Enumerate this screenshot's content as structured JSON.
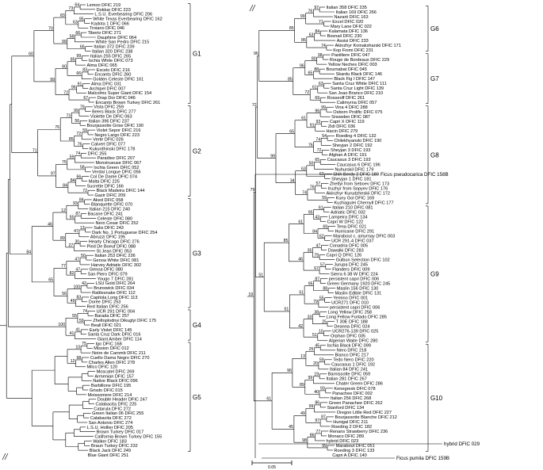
{
  "left_panel": {
    "taxa": [
      "Lemon DFIC 219",
      "Dokkar DFIC 223",
      "L.S.U. Everbearing DFIC 206",
      "White Texas Everbearing DFIC 162",
      "Kadota 1 DFIC 066",
      "Troiano DFIC 046",
      "Tiberio DFIC 271",
      "Dauphine DFIC 064",
      "White San Pedro DFIC 215",
      "Italian 372 DFIC 239",
      "Italian 320 DFIC 238",
      "Italian 255 DFIC 265",
      "Ischia White DFIC 073",
      "Alma DFIC 065",
      "Excelo DFIC 216",
      "Encanto DFIC 260",
      "Golden Celeste DFIC 161",
      "Alma DFIC 031",
      "Archipel DFIC 007",
      "Malcolms Super Giant DFIC 154",
      "Drap Dor DFIC 046",
      "Encanto Brown Turkey DFIC 261",
      "Vista DFIC 259",
      "Beers Black DFIC 277",
      "Violette De DFIC 063",
      "Italian 396 DFIC 237",
      "Bourjassotte Grise DFIC 190",
      "Violet Sepor DFIC 216",
      "Negro Largo DFIC 223",
      "Verte DFIC 026",
      "Calvert DFIC 077",
      "Kukurdhinski DFIC 178",
      "DFIC 255",
      "Paradiso DFIC 207",
      "Monstrueuse DFIC 067",
      "Ischia Green DFIC 052",
      "Verdal Longue DFIC 056",
      "Col De Dame DFIC 074",
      "Malta DFIC 225",
      "Sucrette DFIC 166",
      "Black Madeira DFIC 144",
      "Gazir DFIC 209",
      "Aked DFIC 058",
      "Blanquette DFIC 070",
      "Italian 215 DFIC 240",
      "Bacane DFIC 241",
      "Celeste DFIC 080",
      "Nero Cesar DFIC 252",
      "Salis DFIC 243",
      "Dark No. 1 Portuguese DFIC 254",
      "Abruzzi DFIC 195",
      "Hearty Chicago DFIC 276",
      "Pied De Boeuf DFIC 088",
      "St Jean DFIC 053",
      "Italian 253 DFIC 236",
      "Genoa White DFIC 081",
      "Harvey Adriatic DFIC 302",
      "Genoa DFIC 080",
      "San Piero DFIC 079",
      "Yougo 7 DFIC 281",
      "LSU Gold DFIC 264",
      "Brunswick DFIC 034",
      "Rattlesnake DFIC 112",
      "Capitola Long DFIC 113",
      "Dorée DFIC 253",
      "Red Italian DFIC 256",
      "UCR 291 DFIC 004",
      "Barada DFIC 257",
      "Zheltoplodnyi Dikuglyi DFIC 175",
      "Beall DFIC 021",
      "Early Violet DFIC 145",
      "Santa Cruz Dark DFIC 016",
      "Giant Amber DFIC 114",
      "Igo DFIC 168",
      "Mission DFIC 012",
      "Noire de Caromb DFIC 211",
      "Cuello Dama Negro DFIC 270",
      "Charles Allen DFIC 278",
      "Milco DFIC 120",
      "Moscatel DFIC 269",
      "Armenian DFIC 157",
      "Native Black DFIC 096",
      "Barbillone DFIC 195",
      "Grisdo DFIC 015",
      "Moissoniere DFIC 214",
      "Double Header DFIC 247",
      "Calabacita DFIC 225",
      "Catarula DFIC 272",
      "Green Italian 06 DFIC 255",
      "Calabacita DFIC 272",
      "San Antonio DFIC 274",
      "L.S.U. Hollier DFIC 205",
      "Brown Turkey DFIC 017",
      "California Brown Turkey DFIC 155",
      "Walker DFIC 183",
      "Braun Turkey DFIC 232",
      "Black Jack DFIC 249",
      "Blue Giant DFIC 251"
    ],
    "groups": [
      "G1",
      "G2",
      "G3",
      "G4",
      "G5"
    ],
    "bootstrap": [
      "64",
      "73",
      "95",
      "63",
      "83",
      "66",
      "58",
      "66",
      "99",
      "70",
      "99",
      "85",
      "83",
      "66",
      "60",
      "91",
      "96",
      "67",
      "72",
      "99",
      "60",
      "79",
      "99",
      "56",
      "73",
      "59",
      "72",
      "76",
      "85",
      "76",
      "74",
      "59",
      "58",
      "75",
      "66",
      "84",
      "72",
      "84",
      "97",
      "71",
      "84",
      "93",
      "87",
      "55",
      "12",
      "13",
      "47",
      "30",
      "27",
      "89",
      "46",
      "50",
      "47",
      "47",
      "82",
      "77",
      "42",
      "100",
      "83",
      "49",
      "56",
      "65",
      "84",
      "74",
      "59",
      "55",
      "41",
      "41",
      "100",
      "75",
      "10",
      "98",
      "12"
    ]
  },
  "right_panel": {
    "taxa": [
      "Italian 358 DFIC 235",
      "Italian 169 DFIC 266",
      "Nazarti DFIC 163",
      "Excel DFIC 020",
      "Mary Lane DFIC 022",
      "Kalamata DFIC 136",
      "Bosnail DFIC 230",
      "Assisi DFIC 233",
      "Akinzhyr Koinaksharski DFIC 171",
      "Kop Fiomi DFIC 231",
      "Pastiliere DFIC 047",
      "Rouge de Bordeaux DFIC 229",
      "Yellow Neches DFIC 003",
      "Bournabat DFIC 045",
      "Skardu Black DFIC 146",
      "Black Fig I DFIC 147",
      "Santa Cruz White DFIC 111",
      "Santa Cruz Light DFIC 139",
      "San Joao Branco DFIC 210",
      "Rosseoff DFIC 261",
      "Calimyrna DFIC 057",
      "Vina 4 DFIC 288",
      "Osborn Prolific DFIC 075",
      "Snowden DFIC 087",
      "Capri X DFIC 119",
      "Zidi DFIC 036",
      "Hacin DFIC 279",
      "Roeding 4 DFIC 132",
      "Chilekhyanski DFIC 190",
      "Sheyjan 2 DFIC 192",
      "Sheyjan 3 DFIC 193",
      "Afghan A DFIC 191",
      "Caucasus 3 DFIC 193",
      "Caucasus 6 DFIC 196",
      "Nuhurskil DFIC 179",
      "Shih Berdy 2 DFIC 180",
      "Sheyjan 1 DFIC 181",
      "Zheltyi from Seboev DFIC 173",
      "Iruzhyr from Sopyev DFIC 176",
      "Akinzhyr Kurudzheskii DFIC 172",
      "Kuny Gol DFIC 169",
      "Kuzhagulei Chernyll DFIC 177",
      "Italian 210 DFIC 081",
      "Adriatic DFIC 032",
      "Lampeira DFIC 134",
      "Capri W DFIC 122",
      "Tena DFIC 021",
      "Hurricane DFIC 291",
      "Marabout c. amyrnay DFIC 003",
      "UCR 291-4 DFIC 037",
      "Conadria DFIC 005",
      "Dawalki DFIC 283",
      "Capri Q DFIC 126",
      "Gulbun Selection DFIC 102",
      "Jurupa DFIC 245",
      "Flanders DFIC 009",
      "Sierra 6 38 W DFIC 224",
      "persistent capri DFIC 006",
      "Green Germany 1920 DFIC 245",
      "Maslin 156 DFIC 130",
      "Maslin Edible DFIC 131",
      "Yemino DFIC 001",
      "UCR271 DFIC 010",
      "persistent capri DFIC 006",
      "Long Yellow DFIC 258",
      "Long Fellow Furtado DFIC 285",
      "T 30E DFIC 188",
      "Deanna DFIC 024",
      "UCR276-139 DFIC 025",
      "Orphan DFIC 035",
      "Algerian Waite DFIC 280",
      "Ischia Black DFIC 099",
      "Nero DFIC 218",
      "Bianco DFIC 217",
      "Tedo Nero DFIC 220",
      "Caucasus 1 DFIC 192",
      "Italian 84 DFIC 241",
      "Barnissotte DFIC 059",
      "Italian 281 DFIC 267",
      "Chater Green DFIC 286",
      "Kenegresk DFIC 078",
      "Panachee DFIC 002",
      "Italian 256 DFIC 268",
      "Green Panachee DFIC 262",
      "Stanford DFIC 134",
      "Oregon Little Red DFIC 227",
      "Bourjassotte Blanche DFIC 212",
      "Hunigal DFIC 211",
      "Roeding 2 DFIC 182",
      "Renans Strawberry DFIC 236",
      "Monaco DFIC 289",
      "hybrid DFIC 023",
      "Marabout DFIC 051",
      "Roeding 3 DFIC 133",
      "Capri A DFIC 140"
    ],
    "groups": [
      "G6",
      "G7",
      "G8",
      "G9",
      "G10"
    ],
    "outgroups": [
      "Ficus pseudocarica  DFIC 158B",
      "hybrid  DFIC 029",
      "Ficus pumila  DFIC 159B"
    ],
    "bootstrap": [
      "97",
      "76",
      "71",
      "99",
      "84",
      "63",
      "74",
      "86",
      "85",
      "38",
      "80",
      "88",
      "65",
      "96",
      "63",
      "61",
      "69",
      "72",
      "85",
      "99",
      "96",
      "93",
      "91",
      "61",
      "54",
      "74",
      "72",
      "76",
      "65",
      "65",
      "50",
      "63",
      "63",
      "57",
      "76",
      "59",
      "74",
      "34",
      "99",
      "61",
      "43",
      "95",
      "69",
      "62",
      "84",
      "61",
      "47",
      "79",
      "35",
      "57",
      "67",
      "46",
      "85",
      "87",
      "88",
      "95",
      "55",
      "79",
      "51",
      "38",
      "25",
      "33",
      "10",
      "51",
      "42",
      "51",
      "51",
      "45",
      "25",
      "59",
      "20",
      "13",
      "19",
      "99",
      "93",
      "40",
      "89",
      "96",
      "86",
      "99",
      "87",
      "97",
      "49",
      "77",
      "86",
      "99",
      "98",
      "45",
      "61",
      "96",
      "72",
      "79",
      "19",
      "10",
      "27"
    ]
  },
  "scale_bar": "0.05"
}
